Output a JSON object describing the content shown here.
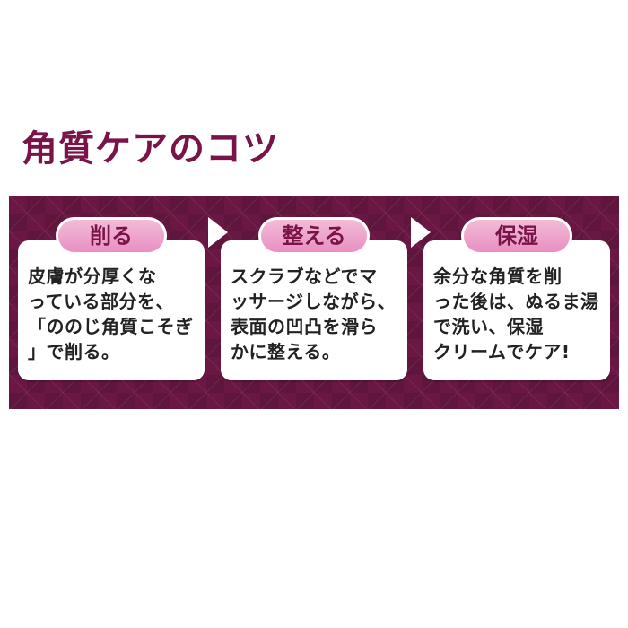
{
  "title": "角質ケアのコツ",
  "steps": [
    {
      "label": "削る",
      "text": "皮膚が分厚くな\nっている部分を、\n「ののじ角質こそぎ\n」で削る。"
    },
    {
      "label": "整える",
      "text": "スクラブなどでマ\nッサージしながら、\n表面の凹凸を滑ら\nかに整える。"
    },
    {
      "label": "保湿",
      "text": "余分な角質を削\nった後は、ぬるま湯\nで洗い、保湿\nクリームでケア!"
    }
  ],
  "colors": {
    "title": "#7a1448",
    "band": "#6b1743",
    "pill": "#e98fc1"
  }
}
